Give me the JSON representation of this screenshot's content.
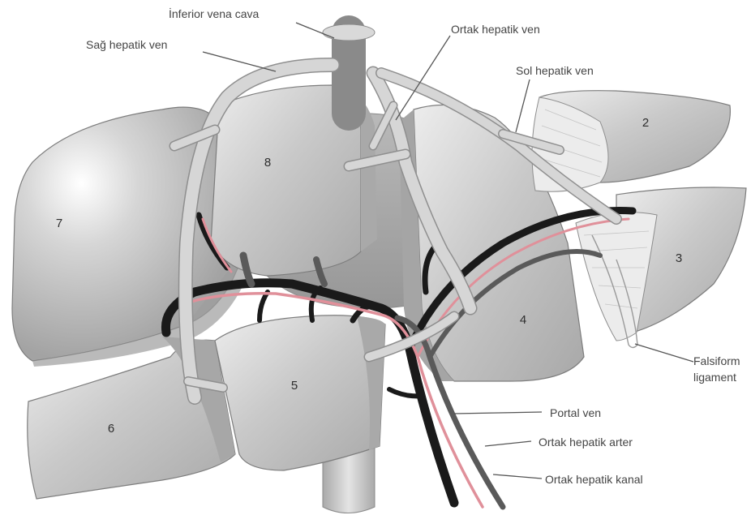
{
  "labels": {
    "inferior_vena_cava": "İnferior vena cava",
    "sag_hepatik_ven": "Sağ hepatik ven",
    "ortak_hepatik_ven": "Ortak hepatik ven",
    "sol_hepatik_ven": "Sol hepatik ven",
    "falsiform_1": "Falsiform",
    "falsiform_2": "ligament",
    "portal_ven": "Portal ven",
    "ortak_hepatik_arter": "Ortak hepatik arter",
    "ortak_hepatik_kanal": "Ortak hepatik kanal"
  },
  "segments": {
    "s2": "2",
    "s3": "3",
    "s4": "4",
    "s5": "5",
    "s6": "6",
    "s7": "7",
    "s8": "8"
  },
  "colors": {
    "background": "#ffffff",
    "liver": "#c4c4c4",
    "vein": "#d2d2d2",
    "portal": "#1a1a1a",
    "artery": "#e0909a",
    "ligament": "#ececec"
  }
}
